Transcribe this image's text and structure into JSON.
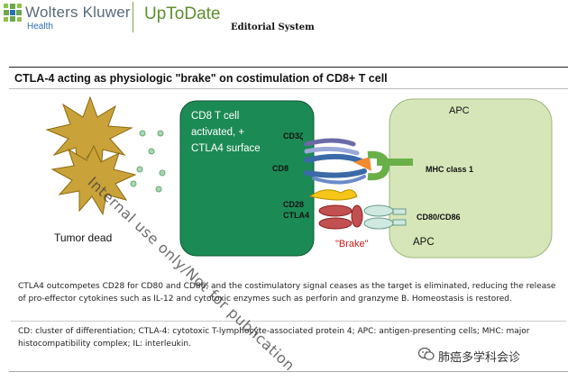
{
  "header": {
    "brand_name": "Wolters Kluwer",
    "brand_sub": "Health",
    "product_name": "UpToDate",
    "editorial": "Editorial System"
  },
  "figure": {
    "title": "CTLA-4 acting as physiologic \"brake\" on costimulation of CD8+ T cell",
    "tumor_label": "Tumor dead",
    "tcell_label_lines": [
      "CD8 T cell",
      "activated, +",
      "CTLA4 surface"
    ],
    "apc_top_label": "APC",
    "apc_bottom_label": "APC",
    "cd3z_label": "CD3ζ",
    "cd8_label": "CD8",
    "cd28_label": "CD28",
    "ctla4_label": "CTLA4",
    "mhc_label": "MHC class 1",
    "cd80_label": "CD80/CD86",
    "brake_label": "\"Brake\"",
    "colors": {
      "tcell": "#1c8a55",
      "apc": "#d6e6b8",
      "tumor": "#c9a23a",
      "brake": "#cc1a1a"
    }
  },
  "caption": "CTLA4 outcompetes CD28 for CD80 and CD86, and the costimulatory signal ceases as the target is eliminated, reducing the release of pro-effector cytokines such as IL-12 and cytotoxic enzymes such as perforin and granzyme B. Homeostasis is restored.",
  "footnote": "CD: cluster of differentiation; CTLA-4: cytotoxic T-lymphocyte-associated protein 4; APC: antigen-presenting cells; MHC: major histocompatibility complex; IL: interleukin.",
  "watermark": "Internal use only/Not for publication",
  "wechat_text": "肺癌多学科会诊"
}
